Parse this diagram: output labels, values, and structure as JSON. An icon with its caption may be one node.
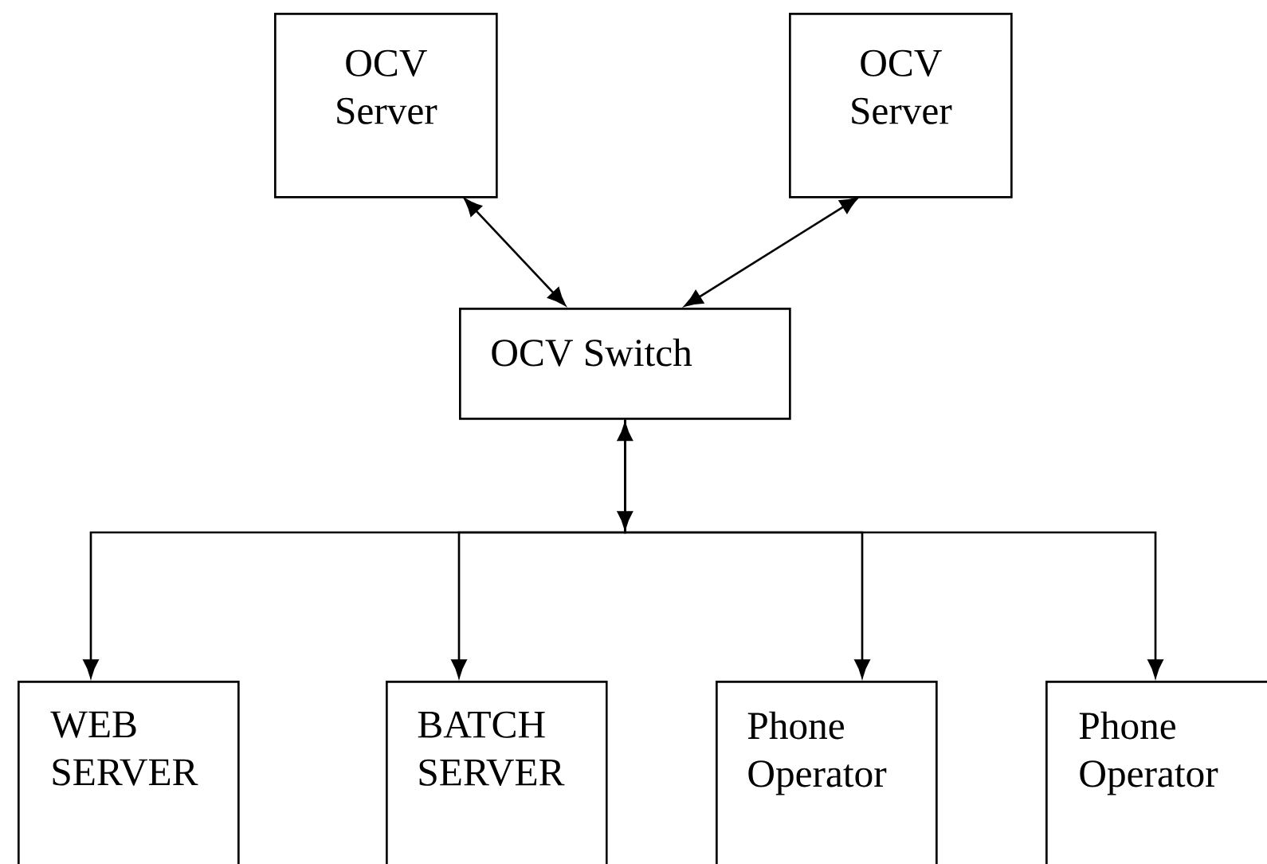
{
  "diagram": {
    "nodes": [
      {
        "text": [
          "OCV Server"
        ]
      },
      {
        "text": [
          "OCV Server"
        ]
      },
      {
        "text": [
          "OCV Switch"
        ]
      },
      {
        "text": [
          "WEB SERVER"
        ]
      },
      {
        "text": [
          "BATCH SERVER"
        ]
      },
      {
        "text": [
          "Phone Operator"
        ]
      },
      {
        "text": [
          "Phone Operator"
        ]
      }
    ],
    "edges": [
      {
        "from": 0,
        "to": 2,
        "arrow": "both"
      },
      {
        "from": 1,
        "to": 2,
        "arrow": "both"
      },
      {
        "from": 2,
        "to": 3,
        "arrow": "both"
      },
      {
        "from": 2,
        "to": 4,
        "arrow": "both"
      },
      {
        "from": 2,
        "to": 5,
        "arrow": "both"
      },
      {
        "from": 2,
        "to": 6,
        "arrow": "both"
      }
    ]
  }
}
